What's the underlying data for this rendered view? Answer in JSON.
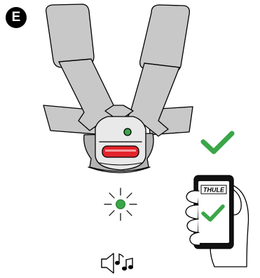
{
  "step": {
    "letter": "E"
  },
  "phone": {
    "brand": "THULE",
    "check_icon": "checkmark-icon"
  },
  "status": {
    "confirmation_icon": "checkmark-icon",
    "indicator_icon": "led-light-icon",
    "indicator_state": "lit",
    "sound_icon": "speaker-music-icon"
  },
  "colors": {
    "harness_fill": "#c8c8c8",
    "harness_shadow": "#a9a9a9",
    "outline": "#000000",
    "buckle_red": "#e3242b",
    "check_green": "#3aa648",
    "led_green": "#3aa648"
  }
}
